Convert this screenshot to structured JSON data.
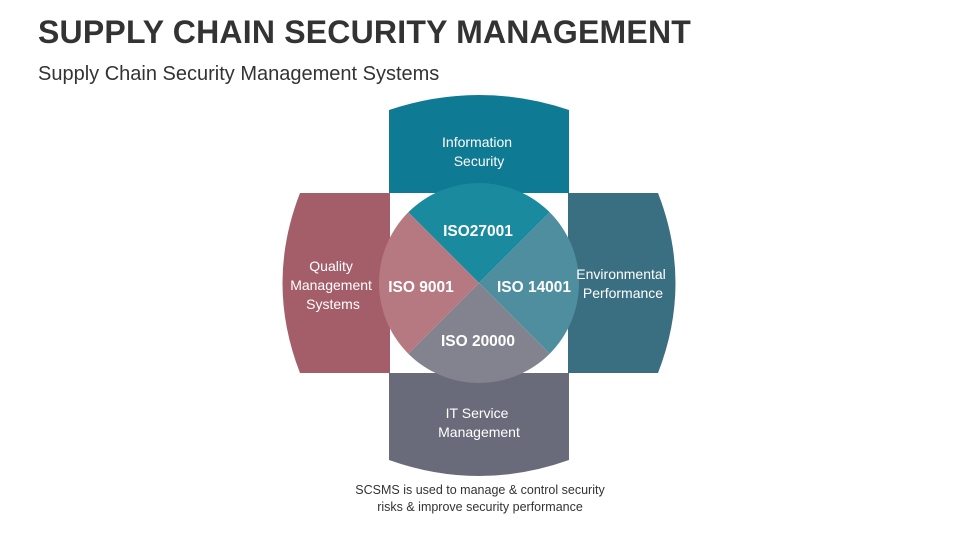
{
  "header": {
    "title": "SUPPLY CHAIN SECURITY MANAGEMENT",
    "subtitle": "Supply Chain Security Management Systems"
  },
  "diagram": {
    "petals": {
      "top": {
        "lines": [
          "Information",
          "Security"
        ],
        "color": "#0E7A93"
      },
      "right": {
        "lines": [
          "Environmental",
          "Performance"
        ],
        "color": "#3A6F82"
      },
      "bottom": {
        "lines": [
          "IT Service",
          "Management"
        ],
        "color": "#6A6B7A"
      },
      "left": {
        "lines": [
          "Quality",
          "Management",
          "Systems"
        ],
        "color": "#A45E69"
      }
    },
    "center": {
      "top": {
        "label": "ISO27001",
        "color": "#1A8A9E"
      },
      "right": {
        "label": "ISO 14001",
        "color": "#4F8E9F"
      },
      "bottom": {
        "label": "ISO 20000",
        "color": "#83838F"
      },
      "left": {
        "label": "ISO 9001",
        "color": "#B67982"
      }
    }
  },
  "footnote": {
    "lines": [
      "SCSMS is used to manage & control security",
      "risks & improve security performance"
    ]
  }
}
